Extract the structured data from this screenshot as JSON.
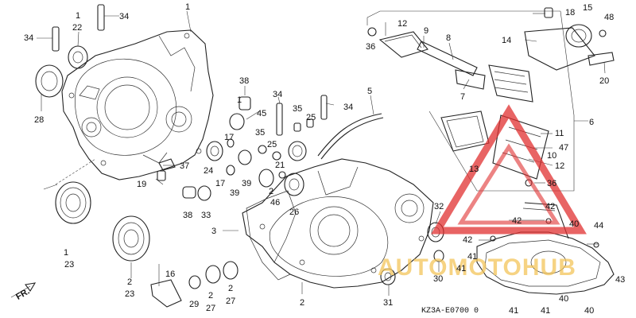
{
  "diagram": {
    "code": "KZ3A-E0700 0",
    "front_mark": "FR.",
    "watermark": {
      "text": "AUTOMOTOHUB",
      "color": "#f2bf4f",
      "triangle_color": "#e03030"
    },
    "callouts": {
      "c1a": "1",
      "c22": "22",
      "c34a": "34",
      "c34b": "34",
      "c28": "28",
      "c1b": "1",
      "c38": "38",
      "c45": "45",
      "c34c": "34",
      "c34d": "34",
      "c5": "5",
      "c35a": "35",
      "c25a": "25",
      "c35b": "35",
      "c25b": "25",
      "c21": "21",
      "c17a": "17",
      "c24": "24",
      "c17b": "17",
      "c37": "37",
      "c19": "19",
      "c39a": "39",
      "c39b": "39",
      "c2a": "2",
      "c46": "46",
      "c26": "26",
      "c38b": "38",
      "c33": "33",
      "c3": "3",
      "c1c": "1",
      "c23a": "23",
      "c2b": "2",
      "c23b": "23",
      "c16": "16",
      "c29": "29",
      "c2c": "2",
      "c27a": "27",
      "c2d": "2",
      "c27b": "27",
      "c2e": "2",
      "c31": "31",
      "c32": "32",
      "c30": "30",
      "c18": "18",
      "c15": "15",
      "c48": "48",
      "c14": "14",
      "c20": "20",
      "c12a": "12",
      "c36a": "36",
      "c9": "9",
      "c8": "8",
      "c7": "7",
      "c6": "6",
      "c11": "11",
      "c47": "47",
      "c10": "10",
      "c13": "13",
      "c12b": "12",
      "c36b": "36",
      "c42a": "42",
      "c42b": "42",
      "c40a": "40",
      "c44": "44",
      "c42c": "42",
      "c41a": "41",
      "c41b": "41",
      "c43": "43",
      "c41c": "41",
      "c41d": "41",
      "c40b": "40",
      "c40c": "40"
    }
  }
}
